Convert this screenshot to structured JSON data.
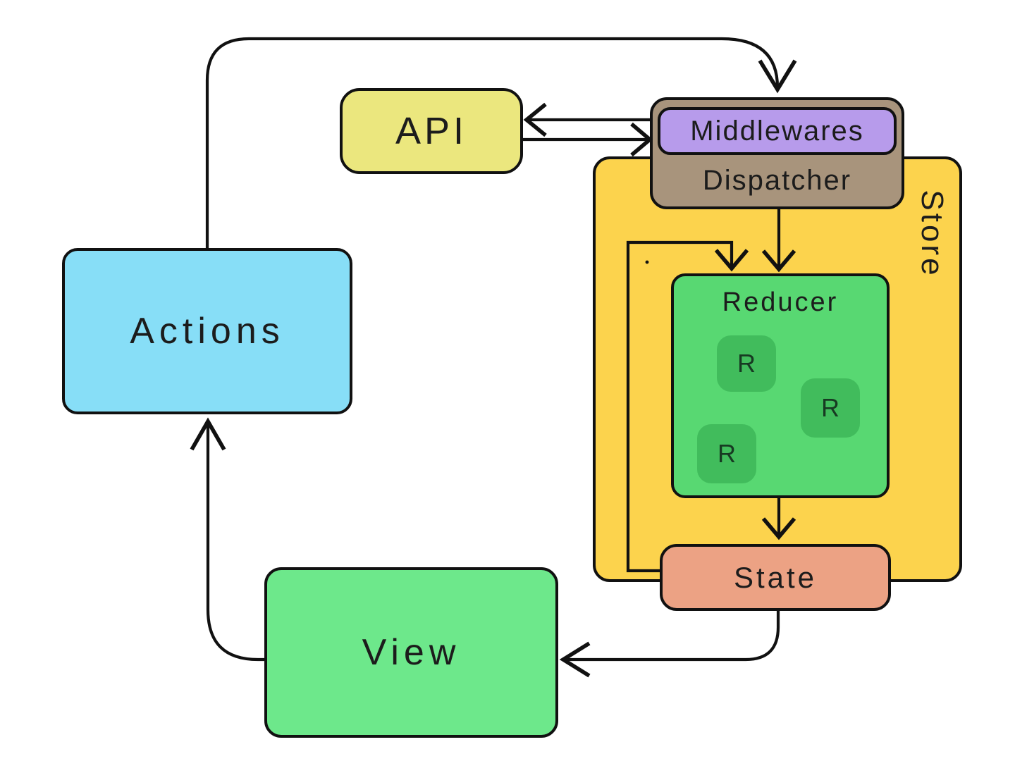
{
  "diagram": {
    "type": "flow-diagram",
    "nodes": {
      "actions": {
        "label": "Actions",
        "color": "#87DEF7"
      },
      "api": {
        "label": "API",
        "color": "#EBE77E"
      },
      "dispatcher": {
        "label": "Dispatcher",
        "color": "#A8947C"
      },
      "middlewares": {
        "label": "Middlewares",
        "color": "#B79BEB"
      },
      "store": {
        "label": "Store",
        "color": "#FCD34D"
      },
      "reducer": {
        "label": "Reducer",
        "color": "#58D872",
        "chips": [
          {
            "label": "R"
          },
          {
            "label": "R"
          },
          {
            "label": "R"
          }
        ],
        "chip_color": "#41BC5C"
      },
      "state": {
        "label": "State",
        "color": "#ECA284"
      },
      "view": {
        "label": "View",
        "color": "#6DE88B"
      }
    },
    "edges": [
      {
        "from": "actions",
        "to": "dispatcher",
        "style": "loop over top"
      },
      {
        "from": "middlewares",
        "to": "api",
        "style": "straight"
      },
      {
        "from": "api",
        "to": "middlewares",
        "style": "straight"
      },
      {
        "from": "dispatcher",
        "to": "reducer",
        "style": "straight"
      },
      {
        "from": "state",
        "to": "reducer",
        "style": "feedback loop"
      },
      {
        "from": "reducer",
        "to": "state",
        "style": "straight"
      },
      {
        "from": "state",
        "to": "view",
        "style": "elbow"
      },
      {
        "from": "view",
        "to": "actions",
        "style": "elbow"
      }
    ],
    "line_color": "#111111",
    "background": "#ffffff"
  }
}
